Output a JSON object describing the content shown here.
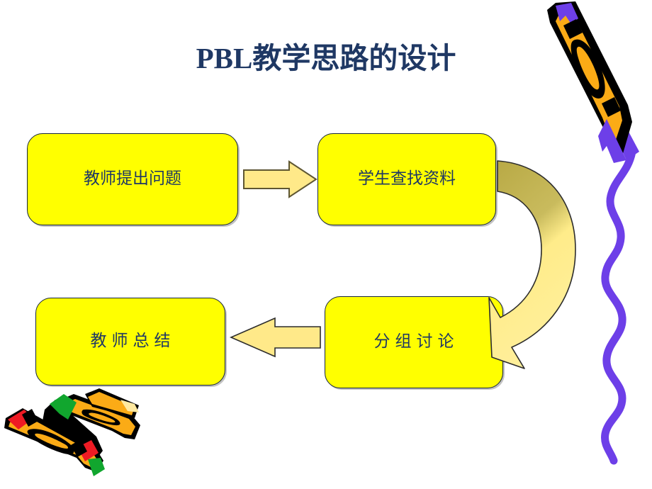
{
  "slide": {
    "title": "PBL教学思路的设计",
    "background_color": "#ffffff",
    "title_color": "#1f3864"
  },
  "palette": {
    "box_fill": "#ffff00",
    "box_border": "#17263c",
    "box_text": "#1f3864",
    "arrow_fill": "#ffe989",
    "arrow_outline": "#595330",
    "curved_arrow_top": "#bfb049",
    "curved_arrow_bottom": "#ffee90",
    "crayon_body": "#fbab16",
    "crayon_outline": "#000000",
    "crayon_purple": "#6d3fe8",
    "crayon_green": "#11a62e",
    "crayon_red": "#ee1b24",
    "crayon_cream": "#ffe9a0",
    "squiggle": "#6d3fe8"
  },
  "flow": {
    "nodes": [
      {
        "id": "teacher-question",
        "label": "教师提出问题",
        "spaced": false
      },
      {
        "id": "student-search",
        "label": "学生查找资料",
        "spaced": false
      },
      {
        "id": "group-discuss",
        "label": "分组讨论",
        "spaced": true
      },
      {
        "id": "teacher-summary",
        "label": "教师总结",
        "spaced": true
      }
    ],
    "connectors": [
      {
        "id": "arrow-q-to-search",
        "shape": "right-arrow",
        "from": "teacher-question",
        "to": "student-search"
      },
      {
        "id": "arrow-search-to-discuss",
        "shape": "curved-u-arrow",
        "from": "student-search",
        "to": "group-discuss"
      },
      {
        "id": "arrow-discuss-to-summary",
        "shape": "left-arrow",
        "from": "group-discuss",
        "to": "teacher-summary"
      }
    ]
  },
  "decorations": [
    {
      "id": "crayon-top-right",
      "name": "crayon-purple-tip"
    },
    {
      "id": "squiggle-right",
      "name": "purple-squiggle-line"
    },
    {
      "id": "crayon-bottom-green",
      "name": "crayon-green-tip"
    },
    {
      "id": "crayon-bottom-red",
      "name": "crayon-red-tip"
    },
    {
      "id": "crayon-bottom-cream",
      "name": "crayon-cream-tip"
    }
  ]
}
